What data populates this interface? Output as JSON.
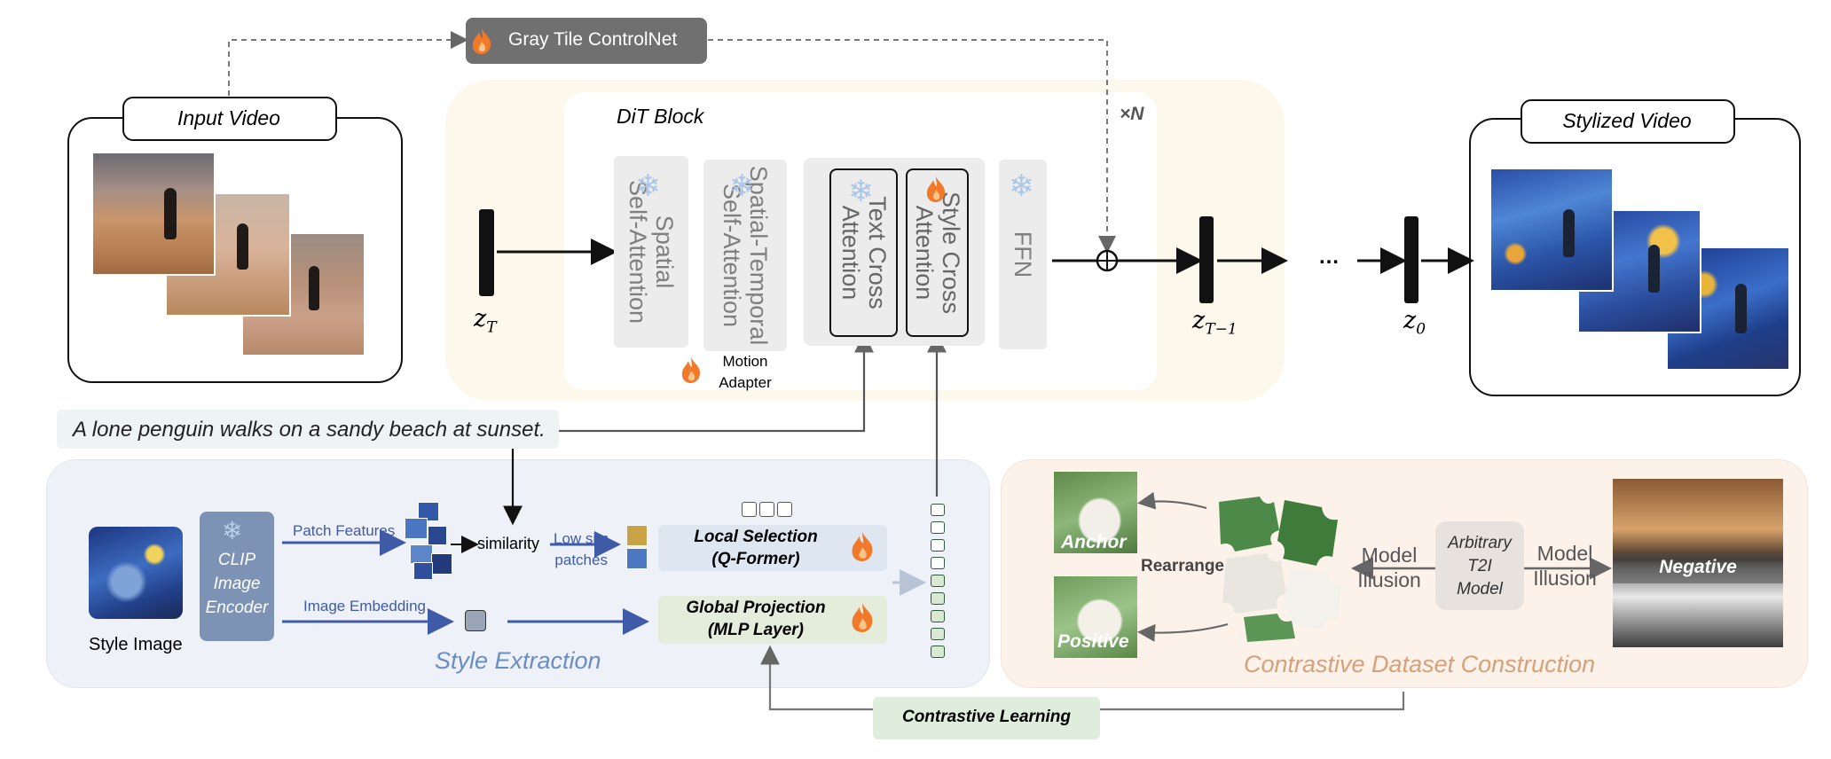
{
  "controlnet": {
    "label": "Gray Tile ControlNet"
  },
  "input_video": {
    "title": "Input Video"
  },
  "stylized_video": {
    "title": "Stylized Video"
  },
  "dit": {
    "title": "DiT Block",
    "repeat": "×N",
    "spatial_attention": "Spatial\nSelf-Attention",
    "temporal_attention": "Spatial-Temporal\nSelf-Attention",
    "text_cross": "Text Cross\nAttention",
    "style_cross": "Style Cross\nAttention",
    "ffn": "FFN",
    "motion_adapter": "Motion\nAdapter"
  },
  "latents": {
    "z_t_base": "z",
    "z_t_sub": "T",
    "z_t1_base": "z",
    "z_t1_sub": "T−1",
    "z_0_base": "z",
    "z_0_sub": "0",
    "ellipsis": "…"
  },
  "prompt": {
    "text": "A lone penguin walks on a sandy beach at sunset."
  },
  "style": {
    "image_label": "Style Image",
    "encoder": "CLIP\nImage\nEncoder",
    "patch_features": "Patch Features",
    "image_embedding": "Image Embedding",
    "similarity": "similarity",
    "low_sim": "Low sim\npatches",
    "local_selection_title": "Local Selection",
    "local_selection_sub": "(Q-Former)",
    "global_projection_title": "Global Projection",
    "global_projection_sub": "(MLP Layer)",
    "section_title": "Style Extraction"
  },
  "contrastive": {
    "anchor": "Anchor",
    "positive": "Positive",
    "rearrange": "Rearrange",
    "model_illusion_left": "Model\nIllusion",
    "model_illusion_right": "Model\nIllusion",
    "t2i": "Arbitrary\nT2I\nModel",
    "negative": "Negative",
    "section_title": "Contrastive Dataset Construction",
    "learning": "Contrastive Learning"
  },
  "colors": {
    "dit_bg": "#fdf8ec",
    "style_bg": "#eef2f8",
    "contrast_bg": "#fcf2ea",
    "style_title": "#6a8dc4",
    "contrast_title": "#d6a07a",
    "arrow_blue": "#3f5aa6",
    "flame": "#f2792a",
    "snow": "#a9c6e6",
    "token_green": "#d8e8d2"
  }
}
